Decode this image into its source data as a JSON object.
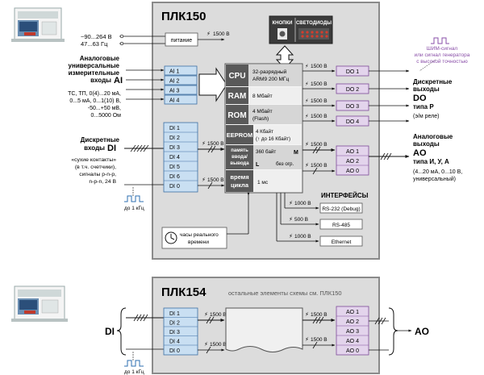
{
  "top": {
    "title": "ПЛК150",
    "power": {
      "voltage": "~90...264 В",
      "freq": "47...63 Гц",
      "block": "питание",
      "supply": "1500 В"
    },
    "buttons": "КНОПКИ",
    "leds": "СВЕТОДИОДЫ",
    "ai": {
      "heading1": "Аналоговые",
      "heading2": "универсальные",
      "heading3": "измерительные",
      "heading4": "входы",
      "code": "AI",
      "desc": [
        "ТС, ТП, 0(4)...20 мА,",
        "0...5 мА, 0...1(10) В,",
        "-50...+50 мВ,",
        "0...5000 Ом"
      ],
      "channels": [
        "AI 1",
        "AI 2",
        "AI 3",
        "AI 4"
      ]
    },
    "di": {
      "heading1": "Дискретные",
      "heading2": "входы",
      "code": "DI",
      "desc": [
        "«сухие контакты»",
        "(в т.ч. счетчики),",
        "сигналы p-n-p,",
        "n-p-n, 24 В"
      ],
      "channels": [
        "DI 1",
        "DI 2",
        "DI 3",
        "DI 4",
        "DI 5",
        "DI 6",
        "DI 0"
      ],
      "iso": "1500 В",
      "freq": "до 1 кГц"
    },
    "cpu": [
      {
        "name": "CPU",
        "spec": [
          "32-разрядный",
          "ARM9  200 МГц"
        ]
      },
      {
        "name": "RAM",
        "spec": [
          "8 Мбайт"
        ]
      },
      {
        "name": "ROM",
        "spec": [
          "4 Мбайт",
          "(Flash)"
        ]
      },
      {
        "name": "EEPROM",
        "spec": [
          "4 Кбайт",
          "(↑ до 16 Кбайт)"
        ]
      },
      {
        "name": "память ввода/ вывода",
        "spec": [
          "360 байт",
          "без огр."
        ],
        "extra": [
          "M",
          "L"
        ]
      },
      {
        "name": "время цикла",
        "spec": [
          "1 мс"
        ]
      }
    ],
    "do": {
      "channels": [
        "DO 1",
        "DO 2",
        "DO 3",
        "DO 4"
      ],
      "iso": "1500 В",
      "pwm": [
        "ШИМ-сигнал",
        "или сигнал генератора",
        "с высокой точностью"
      ],
      "heading": [
        "Дискретные",
        "выходы"
      ],
      "code": "DO",
      "type": "типа Р",
      "note": "(э/м реле)"
    },
    "ao": {
      "channels": [
        "AO 1",
        "AO 2",
        "AO 0"
      ],
      "iso": "1500 В",
      "heading": [
        "Аналоговые",
        "выходы"
      ],
      "code": "AO",
      "type": "типа И, У, А",
      "desc": [
        "(4...20 мА, 0...10 В,",
        "универсальный)"
      ]
    },
    "interfaces": {
      "title": "ИНТЕРФЕЙСЫ",
      "items": [
        {
          "label": "RS-232 (Debug)",
          "iso": "1000 В"
        },
        {
          "label": "RS-485",
          "iso": "500 В"
        },
        {
          "label": "Ethernet",
          "iso": "1000 В"
        }
      ]
    },
    "clock": [
      "часы реального",
      "времени"
    ]
  },
  "bottom": {
    "title": "ПЛК154",
    "subtitle": "остальные элементы схемы см. ПЛК150",
    "di_channels": [
      "DI 1",
      "DI 2",
      "DI 3",
      "DI 4",
      "DI 0"
    ],
    "ao_channels": [
      "AO 1",
      "AO 2",
      "AO 3",
      "AO 4",
      "AO 0"
    ],
    "iso": "1500 В",
    "di_label": "DI",
    "ao_label": "AO",
    "freq": "до 1 кГц"
  },
  "colors": {
    "panel": "#dcdcdc",
    "panel_border": "#8a8a8a",
    "input_blue": "#c9dff2",
    "input_blue_border": "#3d6fa3",
    "output_purple": "#e3d4ec",
    "output_purple_border": "#7e4a99",
    "cpu_dark": "#595959",
    "cpu_light": "#efefef",
    "dark_box": "#3b3b3b",
    "led_red": "#d63c2c",
    "pwm_purple": "#8a4fa8",
    "di_blue": "#2e6fb0"
  }
}
